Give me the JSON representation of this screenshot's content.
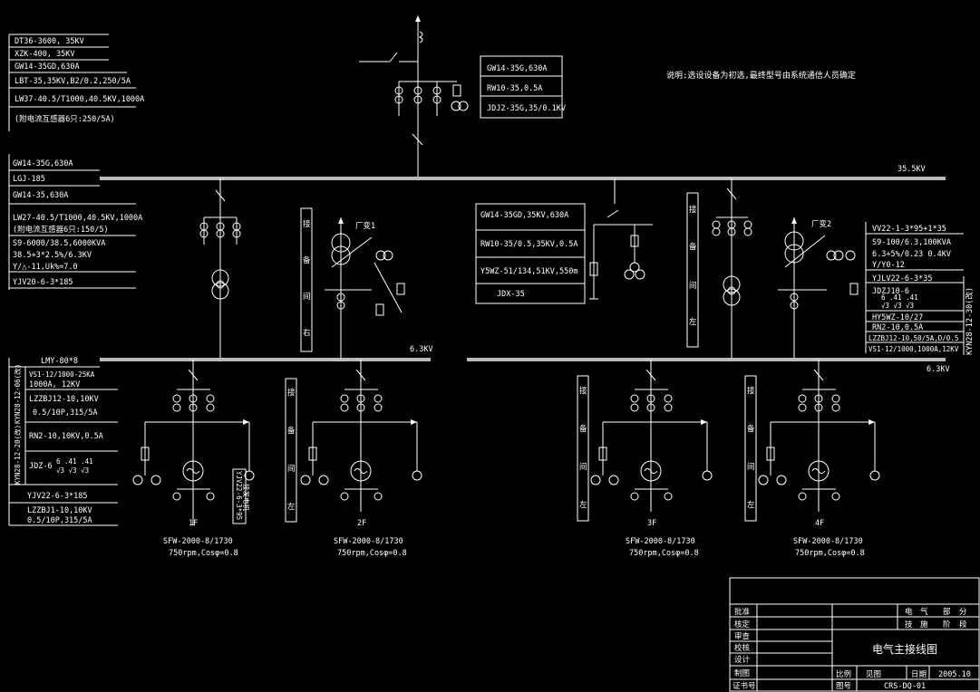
{
  "colors": {
    "background": "#000000",
    "lines": "#ffffff",
    "bus": "#bbbbbb"
  },
  "note": "说明:选设设备为初选,最终型号由系统通信人员确定",
  "bus": {
    "hv_label": "35.5KV",
    "lv_left_label": "6.3KV",
    "lv_right_label": "6.3KV"
  },
  "incoming": {
    "right_specs": [
      "GW14-35G,630A",
      "RW10-35,0.5A",
      "JDJ2-35G,35/0.1KV"
    ],
    "left_specs": [
      "DT36-3600, 35KV",
      "XZK-400, 35KV",
      "GW14-35GD,630A",
      "LBT-35,35KV,B2/0.2,250/5A",
      "LW37-40.5/T1000,40.5KV,1000A",
      "(附电流互感器6只:250/5A)"
    ]
  },
  "left_feeder_specs": [
    "GW14-35G,630A",
    "LGJ-185",
    "GW14-35,630A",
    "LW27-40.5/T1000,40.5KV,1000A",
    "(附电流互感器6只:150/5)",
    "S9-6000/38.5,6000KVA",
    "38.5+3*2.5%/6.3KV",
    "Y/△-11,Uk%=7.0",
    "YJV20-6-3*185"
  ],
  "mid_specs": [
    "GW14-35GD,35KV,630A",
    "RW10-35/0.5,35KV,0.5A",
    "Y5WZ-51/134,51KV,550m",
    "JDX-35"
  ],
  "right_specs": [
    "VV22-1-3*95+1*35",
    "S9-100/6.3,100KVA",
    "6.3+5%/0.23 0.4KV",
    "Y/Y0-12",
    "YJLV22-6-3*35",
    "JDZJ10-6",
    "6  .41  .41",
    "√3  √3  √3",
    "HY5WZ-10/27",
    "RN2-10,0.5A",
    "LZZBJ12-10,50/5A,D/0.5",
    "VS1-12/1000,1000A,12KV"
  ],
  "right_vertical": "KYN28-12-30(改)",
  "lower_left_specs": [
    "LMY-80*8",
    "VS1-12/1000-25KA",
    "1000A, 12KV",
    "LZZBJ12-10,10KV",
    "0.5/10P,315/5A",
    "RN2-10,10KV,0.5A",
    "JDZ-6",
    "6  .41  .41",
    "√3  √3  √3",
    "YJV22-6-3*185",
    "LZZBJ1-10,10KV",
    "0.5/10P,315/5A"
  ],
  "lower_left_vertical": [
    "KYN28-12-06(改)",
    "KYN28-12-20(改)"
  ],
  "transformer_labels": [
    "厂变1",
    "厂变2"
  ],
  "panel_labels": [
    "接",
    "备",
    "间",
    "右"
  ],
  "panel_labels_left": [
    "接",
    "备",
    "间",
    "左"
  ],
  "vertical_cable": "YJV22-6-3*95",
  "vertical_cable_2": "接发电机",
  "generators": [
    {
      "id": "1F",
      "model": "SFW-2000-8/1730",
      "rating": "750rpm,Cosφ=0.8"
    },
    {
      "id": "2F",
      "model": "SFW-2000-8/1730",
      "rating": "750rpm,Cosφ=0.8"
    },
    {
      "id": "3F",
      "model": "SFW-2000-8/1730",
      "rating": "750rpm,Cosφ=0.8"
    },
    {
      "id": "4F",
      "model": "SFW-2000-8/1730",
      "rating": "750rpm,Cosφ=0.8"
    }
  ],
  "title_block": {
    "rows": [
      "批准",
      "核定",
      "审查",
      "校核",
      "设计",
      "制图",
      "证书号"
    ],
    "col1": [
      "电",
      "气",
      "部",
      "分"
    ],
    "col2": [
      "技",
      "施",
      "阶",
      "段"
    ],
    "drawing_title": "电气主接线图",
    "scale_label": "比例",
    "scale_value": "见图",
    "date_label": "日期",
    "date_value": "2005.10",
    "no_label": "图号",
    "no_value": "CRS-DQ-01"
  }
}
